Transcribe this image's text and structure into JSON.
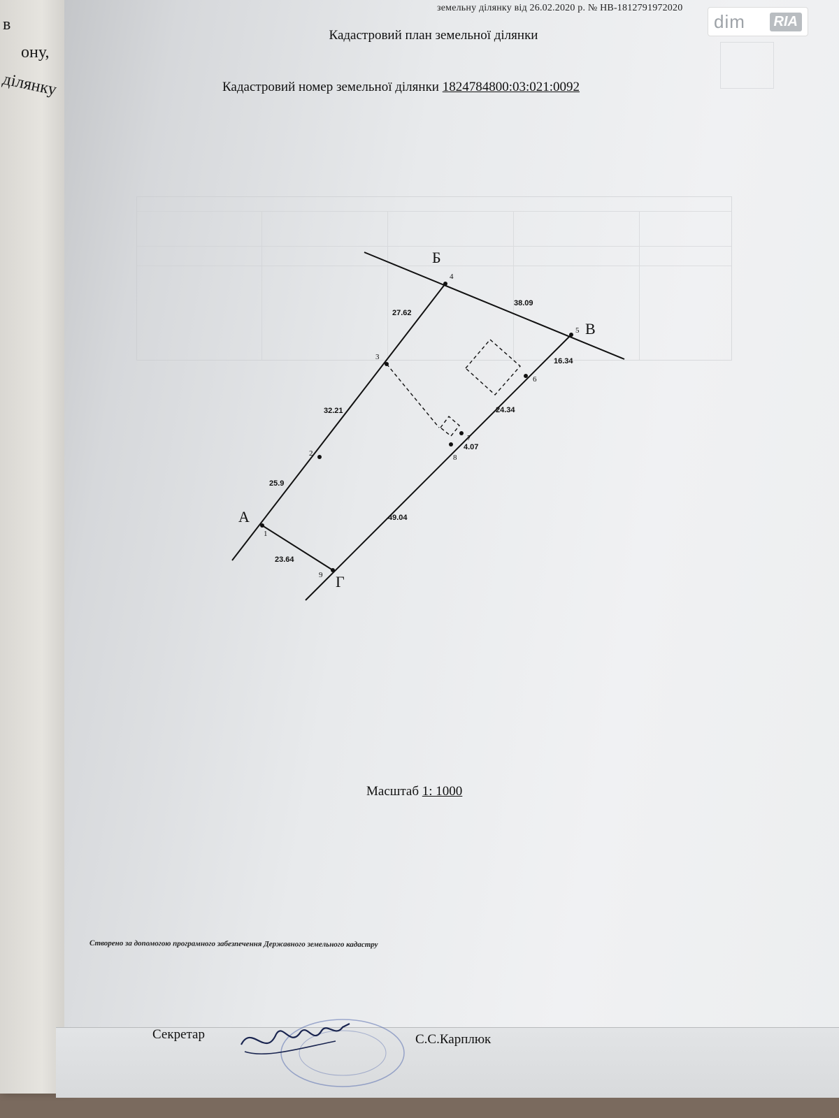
{
  "header": {
    "fragment": "земельну ділянку від 26.02.2020 р. № НВ-1812791972020"
  },
  "document": {
    "title": "Кадастровий план земельної ділянки",
    "cadastral_label": "Кадастровий номер земельної ділянки",
    "cadastral_number": "1824784800:03:021:0092",
    "scale_label": "Масштаб",
    "scale_value": "1: 1000",
    "created_note": "Створено за допомогою програмного забезпечення Державного земельного кадастру",
    "secretary_label": "Секретар",
    "secretary_name": "С.С.Карплюк"
  },
  "plan": {
    "corner_labels": [
      "А",
      "Б",
      "В",
      "Г"
    ],
    "point_numbers": [
      "1",
      "2",
      "3",
      "4",
      "5",
      "6",
      "7",
      "8",
      "9"
    ],
    "segments": [
      {
        "from": "1",
        "to": "2",
        "length": "25.9"
      },
      {
        "from": "2",
        "to": "3",
        "length": "32.21"
      },
      {
        "from": "3",
        "to": "4",
        "length": "27.62"
      },
      {
        "from": "4",
        "to": "5",
        "length": "38.09"
      },
      {
        "from": "5",
        "to": "6",
        "length": "16.34"
      },
      {
        "from": "6",
        "to": "7",
        "length": "24.34"
      },
      {
        "from": "7",
        "to": "8",
        "length": "4.07"
      },
      {
        "from": "8",
        "to": "9",
        "length": "49.04"
      },
      {
        "from": "9",
        "to": "1",
        "length": "23.64"
      }
    ]
  },
  "left_page": {
    "visible_fragments": [
      "в",
      "ону,",
      "ділянку"
    ]
  },
  "watermark": {
    "text_dim": "dim",
    "text_ria": "RIA"
  }
}
